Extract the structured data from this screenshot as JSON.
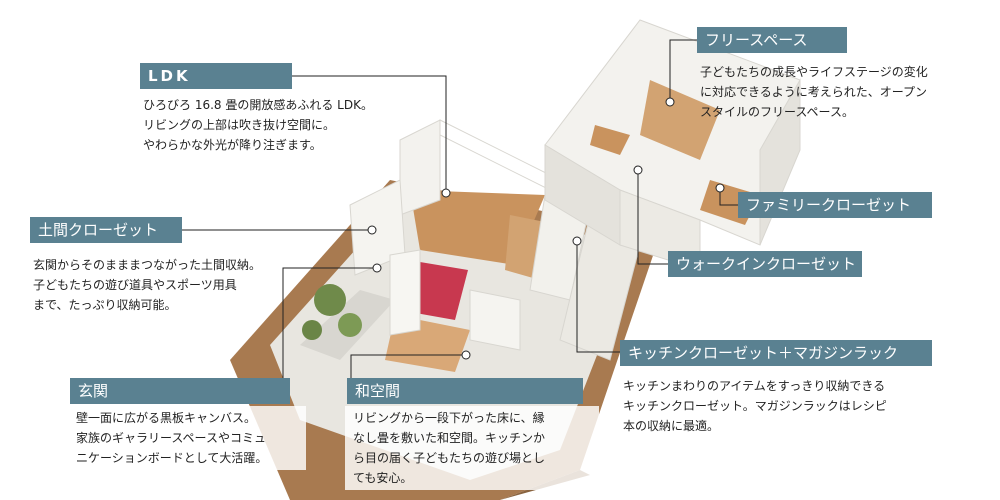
{
  "callouts": {
    "ldk": {
      "title": "LDK",
      "lines": [
        "ひろびろ 16.8 畳の開放感あふれる LDK。",
        "リビングの上部は吹き抜け空間に。",
        "やわらかな外光が降り注ぎます。"
      ]
    },
    "doma_closet": {
      "title": "土間クローゼット",
      "lines": [
        "玄関からそのまままつながった土間収納。",
        "子どもたちの遊び道具やスポーツ用具",
        "まで、たっぷり収納可能。"
      ]
    },
    "genkan": {
      "title": "玄関",
      "lines": [
        "壁一面に広がる黒板キャンバス。",
        "家族のギャラリースペースやコミュ",
        "ニケーションボードとして大活躍。"
      ]
    },
    "washitsu": {
      "title": "和空間",
      "lines": [
        "リビングから一段下がった床に、縁",
        "なし畳を敷いた和空間。キッチンか",
        "ら目の届く子どもたちの遊び場とし",
        "ても安心。"
      ]
    },
    "free_space": {
      "title": "フリースペース",
      "lines": [
        "子どもたちの成長やライフステージの変化",
        "に対応できるように考えられた、オープン",
        "スタイルのフリースペース。"
      ]
    },
    "family_closet": {
      "title": "ファミリークローゼット"
    },
    "walkin_closet": {
      "title": "ウォークインクローゼット"
    },
    "kitchen_closet": {
      "title": "キッチンクローゼット＋マガジンラック",
      "lines": [
        "キッチンまわりのアイテムをすっきり収納できる",
        "キッチンクローゼット。マガジンラックはレシピ",
        "本の収納に最適。"
      ]
    }
  },
  "colors": {
    "label_bg": "#5a8191",
    "wall": "#f3f2ee",
    "floor_wood": "#c9935e",
    "ground": "#a87a50",
    "tatami": "#c8384f",
    "leader": "#222222"
  }
}
